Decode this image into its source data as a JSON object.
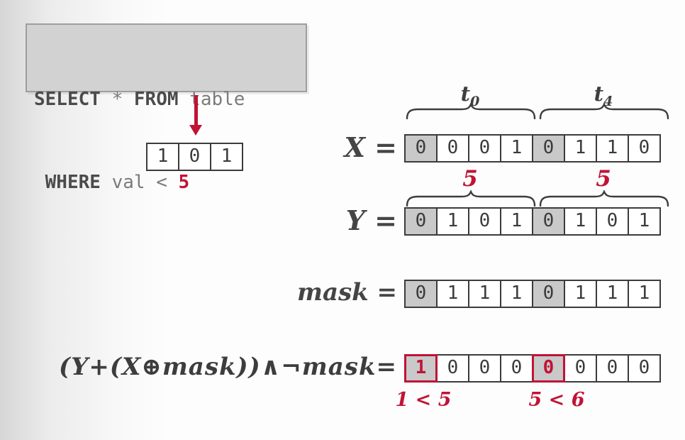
{
  "colors": {
    "accent_red": "#c01335",
    "cell_gray": "#c9c9c9",
    "border_dark": "#3b3b3b"
  },
  "query": {
    "kw_select": "SELECT",
    "star": " * ",
    "kw_from": "FROM",
    "table": " table",
    "kw_where": " WHERE",
    "condition": " val < ",
    "value": "5"
  },
  "selector": {
    "cells": [
      "1",
      "0",
      "1"
    ]
  },
  "braces": {
    "t0": {
      "base": "t",
      "sub": "0"
    },
    "t4": {
      "base": "t",
      "sub": "4"
    },
    "five_left": "5",
    "five_right": "5"
  },
  "rows": {
    "x": {
      "label": "X =",
      "cells": [
        "0",
        "0",
        "0",
        "1",
        "0",
        "1",
        "1",
        "0"
      ],
      "gray": [
        0,
        4
      ]
    },
    "y": {
      "label": "Y =",
      "cells": [
        "0",
        "1",
        "0",
        "1",
        "0",
        "1",
        "0",
        "1"
      ],
      "gray": [
        0,
        4
      ]
    },
    "mask": {
      "label": "mask =",
      "cells": [
        "0",
        "1",
        "1",
        "1",
        "0",
        "1",
        "1",
        "1"
      ],
      "gray": [
        0,
        4
      ]
    },
    "result": {
      "label": "(Y+(X⊕mask))∧¬mask=",
      "cells": [
        "1",
        "0",
        "0",
        "0",
        "0",
        "0",
        "0",
        "0"
      ],
      "highlight": [
        0,
        4
      ]
    }
  },
  "annotations": {
    "left": "1 < 5",
    "right": "5 < 6"
  }
}
